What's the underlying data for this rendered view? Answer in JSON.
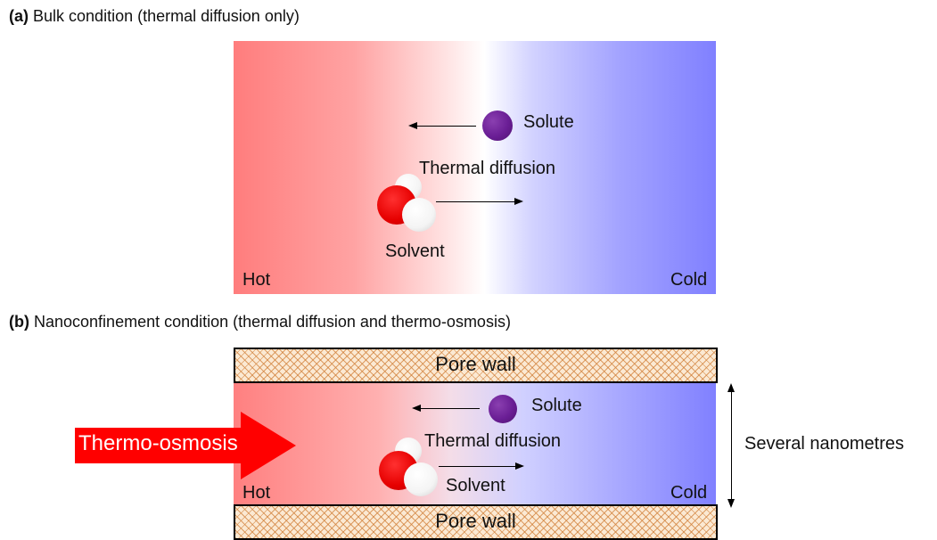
{
  "panel_a": {
    "tag": "(a)",
    "title": "Bulk condition (thermal diffusion only)",
    "hot_label": "Hot",
    "cold_label": "Cold",
    "solute_label": "Solute",
    "diffusion_label": "Thermal diffusion",
    "solvent_label": "Solvent"
  },
  "panel_b": {
    "tag": "(b)",
    "title": "Nanoconfinement condition (thermal diffusion and thermo-osmosis)",
    "wall_label": "Pore wall",
    "thermo_osmosis_label": "Thermo-osmosis",
    "hot_label": "Hot",
    "cold_label": "Cold",
    "solute_label": "Solute",
    "diffusion_label": "Thermal diffusion",
    "solvent_label": "Solvent",
    "dimension_label": "Several nanometres"
  },
  "colors": {
    "hot": "#ff7d7d",
    "cold": "#8080ff",
    "solute": "#6a1e95",
    "oxygen": "#e60000",
    "hydrogen": "#ffffff",
    "thermo_osmosis_arrow": "#ff0000",
    "pore_wall": "#fbe9d3"
  }
}
